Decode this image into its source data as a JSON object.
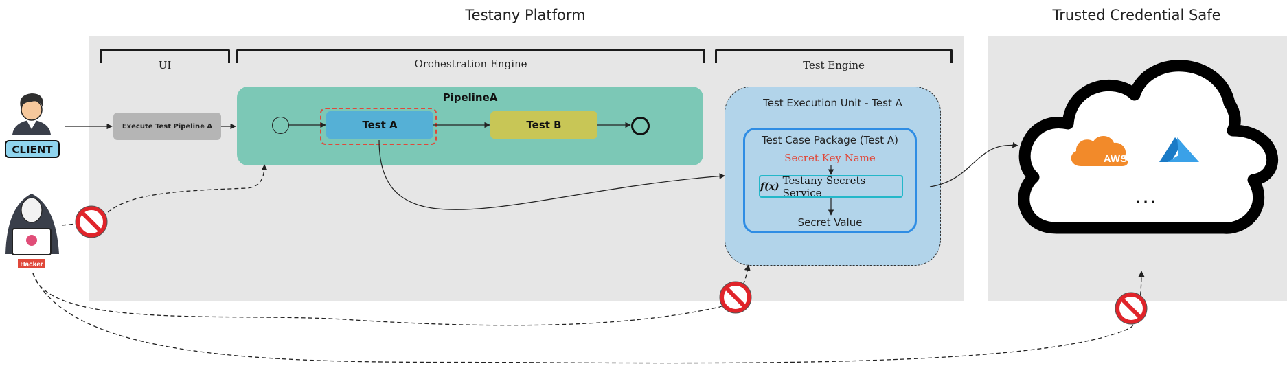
{
  "titles": {
    "platform": "Testany Platform",
    "safe": "Trusted Credential Safe"
  },
  "sections": {
    "ui": "UI",
    "orchestration": "Orchestration Engine",
    "test_engine": "Test Engine"
  },
  "actors": {
    "client": "CLIENT",
    "hacker": "Hacker"
  },
  "ui_button": "Execute Test Pipeline A",
  "pipeline": {
    "title": "PipelineA",
    "test_a": "Test A",
    "test_b": "Test B"
  },
  "execution_unit": {
    "title": "Test Execution Unit - Test A",
    "package_title": "Test Case Package (Test A)",
    "secret_key": "Secret Key Name",
    "service_icon": "f(x)",
    "service": "Testany Secrets Service",
    "secret_value": "Secret Value"
  },
  "cloud": {
    "aws": "AWS",
    "more": "..."
  },
  "icons": [
    "client-icon",
    "hacker-icon",
    "blocked-icon",
    "cloud-icon",
    "aws-icon",
    "azure-icon",
    "function-icon"
  ],
  "colors": {
    "panel": "#e6e6e6",
    "pipeline": "#7cc8b6",
    "test_a": "#55b0d6",
    "test_b": "#c8c656",
    "execution_unit": "#b2d4ea",
    "package_border": "#2f8de4",
    "service_border": "#23b7c9",
    "secret_key": "#e0483a",
    "blocked": "#e0242a",
    "aws": "#f28a2a",
    "azure": "#1a7ac6"
  }
}
